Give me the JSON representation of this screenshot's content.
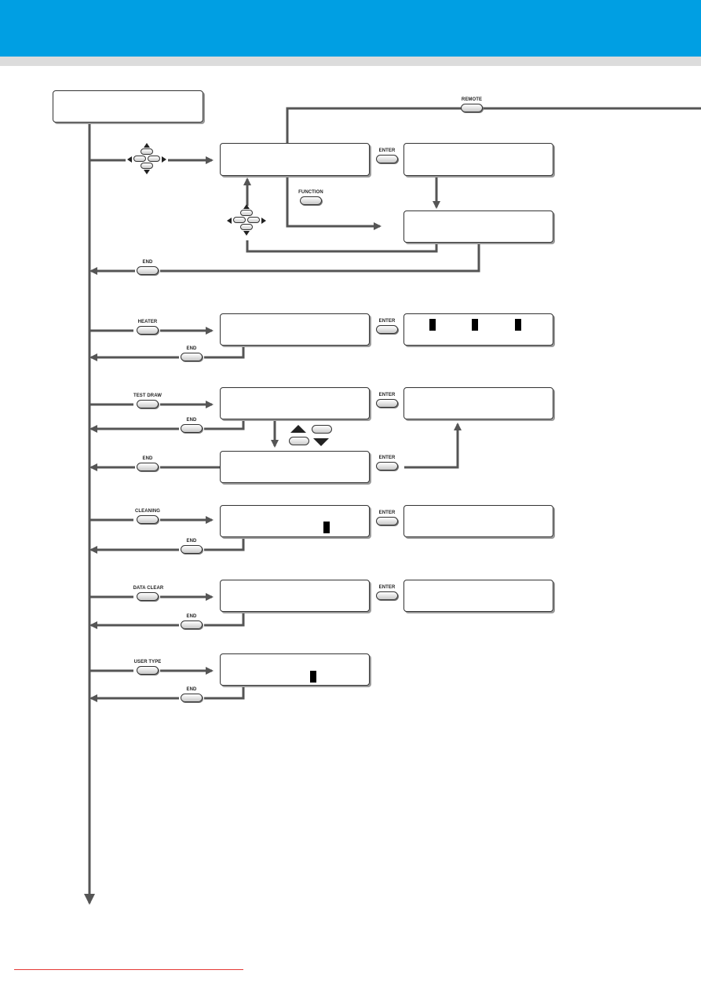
{
  "colors": {
    "header": "#009fe3",
    "header_stripe": "#dcdcdc",
    "flow": "#555555",
    "footer_line": "#e53935"
  },
  "keys": {
    "remote": "REMOTE",
    "enter": "ENTER",
    "function": "FUNCTION",
    "end": "END",
    "heater": "HEATER",
    "test_draw": "TEST DRAW",
    "cleaning": "CLEANING",
    "data_clear": "DATA CLEAR",
    "user_type": "USER TYPE"
  },
  "icons": {
    "jog_key": "jog-cross-keys-icon",
    "up_down_key": "up-down-keys-icon"
  }
}
